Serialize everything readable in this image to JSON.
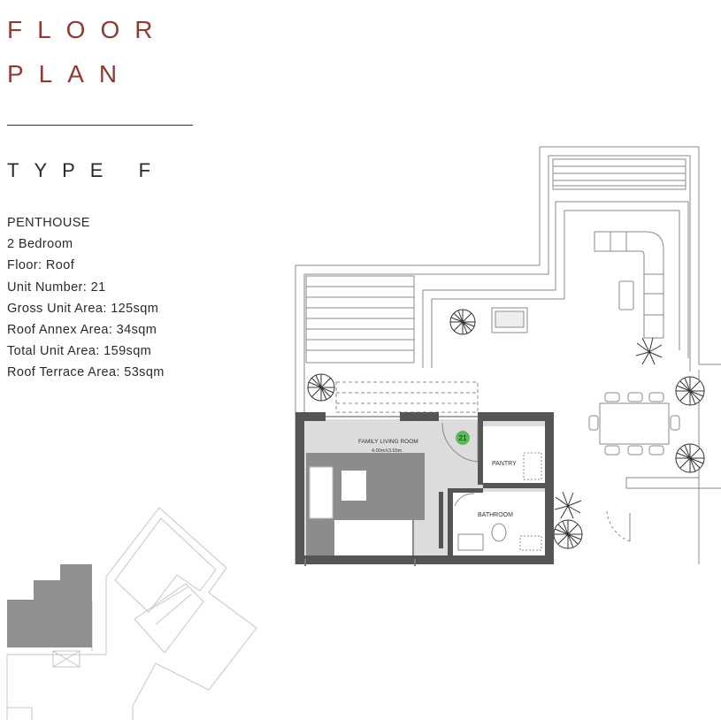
{
  "heading": {
    "line1": "FLOOR",
    "line2": "PLAN"
  },
  "type_label": "TYPE F",
  "details": [
    "PENTHOUSE",
    "2 Bedroom",
    "Floor: Roof",
    "Unit Number: 21",
    "Gross Unit Area: 125sqm",
    "Roof Annex Area: 34sqm",
    "Total Unit Area: 159sqm",
    "Roof Terrace Area: 53sqm"
  ],
  "plan": {
    "room_family": "FAMILY LIVING ROOM",
    "room_family_dims": "4.00mX3.65m",
    "room_pantry": "PANTRY",
    "room_bathroom": "BATHROOM",
    "unit_badge": "21"
  },
  "colors": {
    "heading": "#8e3b35",
    "text": "#2a2a2a",
    "badge": "#5db85a",
    "wall": "#555555",
    "floor": "#d9d9d9",
    "sofa": "#8c8c8c",
    "key_highlight": "#8f8f8f"
  }
}
